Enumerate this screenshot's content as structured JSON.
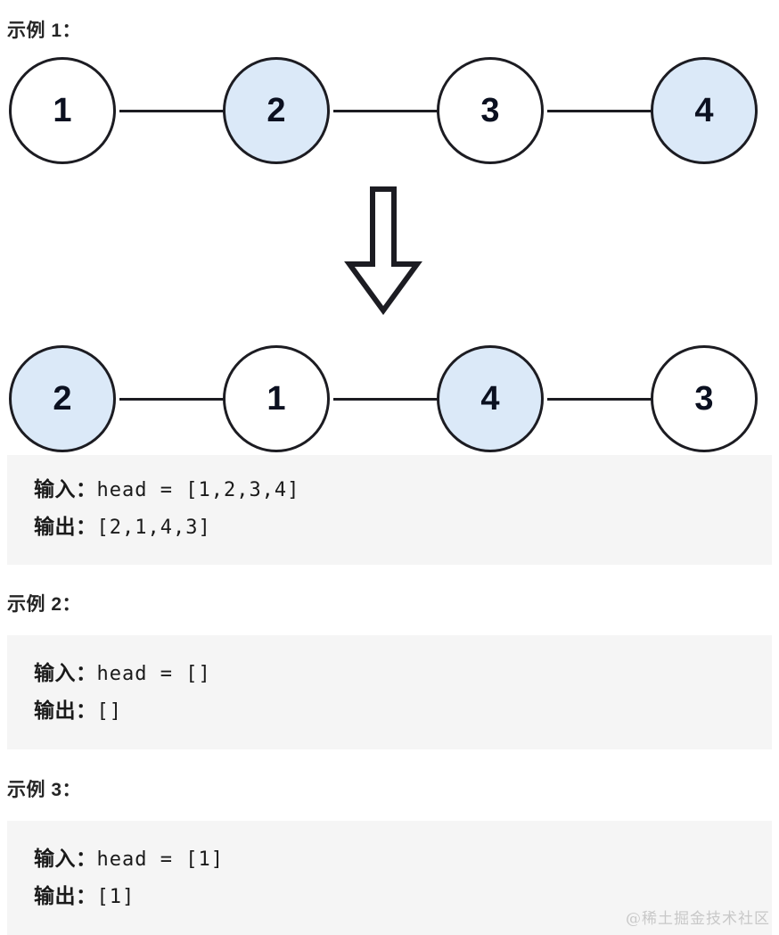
{
  "examples": [
    {
      "heading": "示例 1：",
      "input_label": "输入：",
      "input_value": "head = [1,2,3,4]",
      "output_label": "输出：",
      "output_value": "[2,1,4,3]"
    },
    {
      "heading": "示例 2：",
      "input_label": "输入：",
      "input_value": "head = []",
      "output_label": "输出：",
      "output_value": "[]"
    },
    {
      "heading": "示例 3：",
      "input_label": "输入：",
      "input_value": "head = [1]",
      "output_label": "输出：",
      "output_value": "[1]"
    }
  ],
  "diagram": {
    "before_row": [
      {
        "value": "1",
        "highlighted": false
      },
      {
        "value": "2",
        "highlighted": true
      },
      {
        "value": "3",
        "highlighted": false
      },
      {
        "value": "4",
        "highlighted": true
      }
    ],
    "after_row": [
      {
        "value": "2",
        "highlighted": true
      },
      {
        "value": "1",
        "highlighted": false
      },
      {
        "value": "4",
        "highlighted": true
      },
      {
        "value": "3",
        "highlighted": false
      }
    ],
    "transform_arrow": "down-arrow",
    "colors": {
      "node_fill_default": "#ffffff",
      "node_fill_highlight": "#dbe9f8",
      "node_stroke": "#1c1c22",
      "edge": "#1c1c22",
      "code_block_bg": "#f5f5f5"
    }
  },
  "watermark": {
    "text": "@稀土掘金技术社区"
  }
}
